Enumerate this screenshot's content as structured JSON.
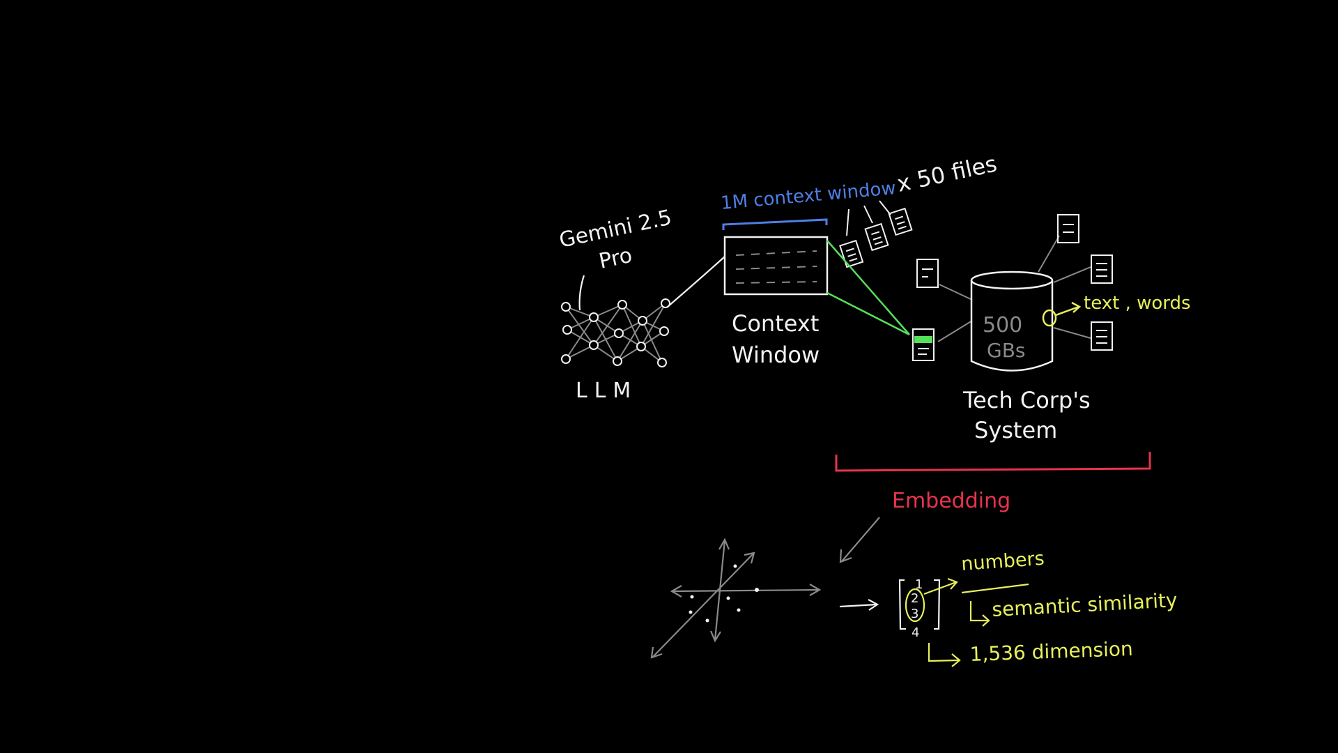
{
  "colors": {
    "background": "#000000",
    "ink": "#f2f2f2",
    "gray": "#8a8a8a",
    "blue": "#4f7fe6",
    "green": "#55e05a",
    "yellow": "#e8f05a",
    "red": "#e8334d"
  },
  "labels": {
    "model_name_line1": "Gemini 2.5",
    "model_name_line2": "Pro",
    "llm": "LLM",
    "context_window_brace": "1M context window",
    "files_count": "x 50 files",
    "context_line1": "Context",
    "context_line2": "Window",
    "db_line1": "500",
    "db_line2": "GBs",
    "system_line1": "Tech Corp's",
    "system_line2": "System",
    "text_words": "text , words",
    "embedding": "Embedding",
    "vector_values": [
      "1",
      "2",
      "3",
      "4"
    ],
    "numbers": "numbers",
    "semantic_similarity": "semantic similarity",
    "dimension": "1,536 dimension"
  }
}
